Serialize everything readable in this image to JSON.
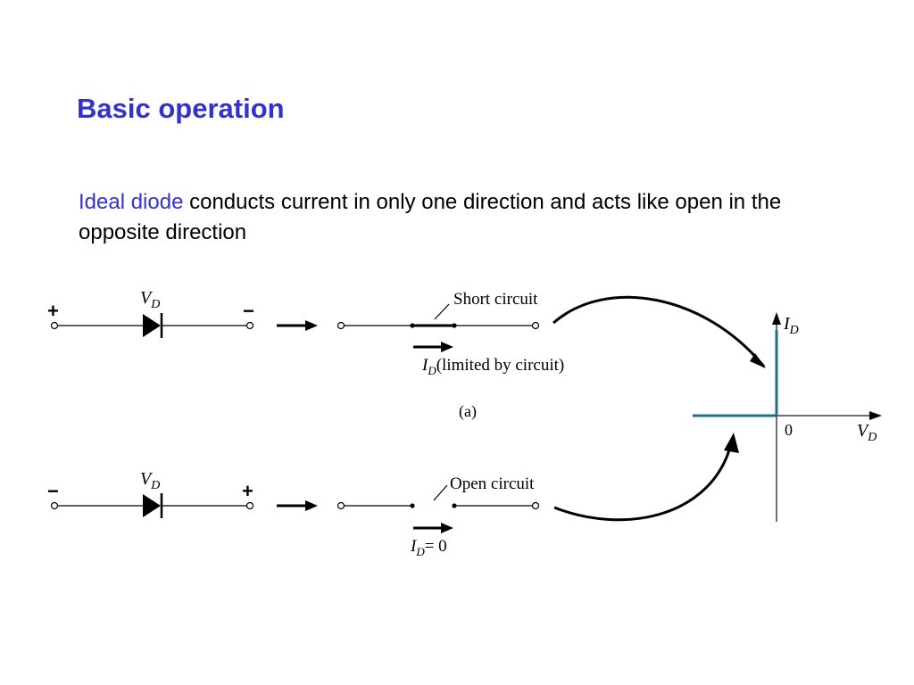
{
  "slide": {
    "title": "Basic operation",
    "body": {
      "highlight": "Ideal diode",
      "text": " conducts current in only one direction and acts like open in the opposite direction"
    }
  },
  "diagram": {
    "forward": {
      "left_sign": "+",
      "right_sign": "−",
      "diode_label_main": "V",
      "diode_label_sub": "D",
      "switch_label": "Short circuit",
      "current_main": "I",
      "current_sub": "D",
      "current_text": "(limited by circuit)"
    },
    "part_label": "(a)",
    "reverse": {
      "left_sign": "−",
      "right_sign": "+",
      "diode_label_main": "V",
      "diode_label_sub": "D",
      "switch_label": "Open circuit",
      "current_main": "I",
      "current_sub": "D",
      "current_text": "= 0"
    },
    "graph": {
      "y_axis_main": "I",
      "y_axis_sub": "D",
      "x_axis_main": "V",
      "x_axis_sub": "D",
      "origin_label": "0",
      "curve_color": "#1f6f8b"
    }
  }
}
